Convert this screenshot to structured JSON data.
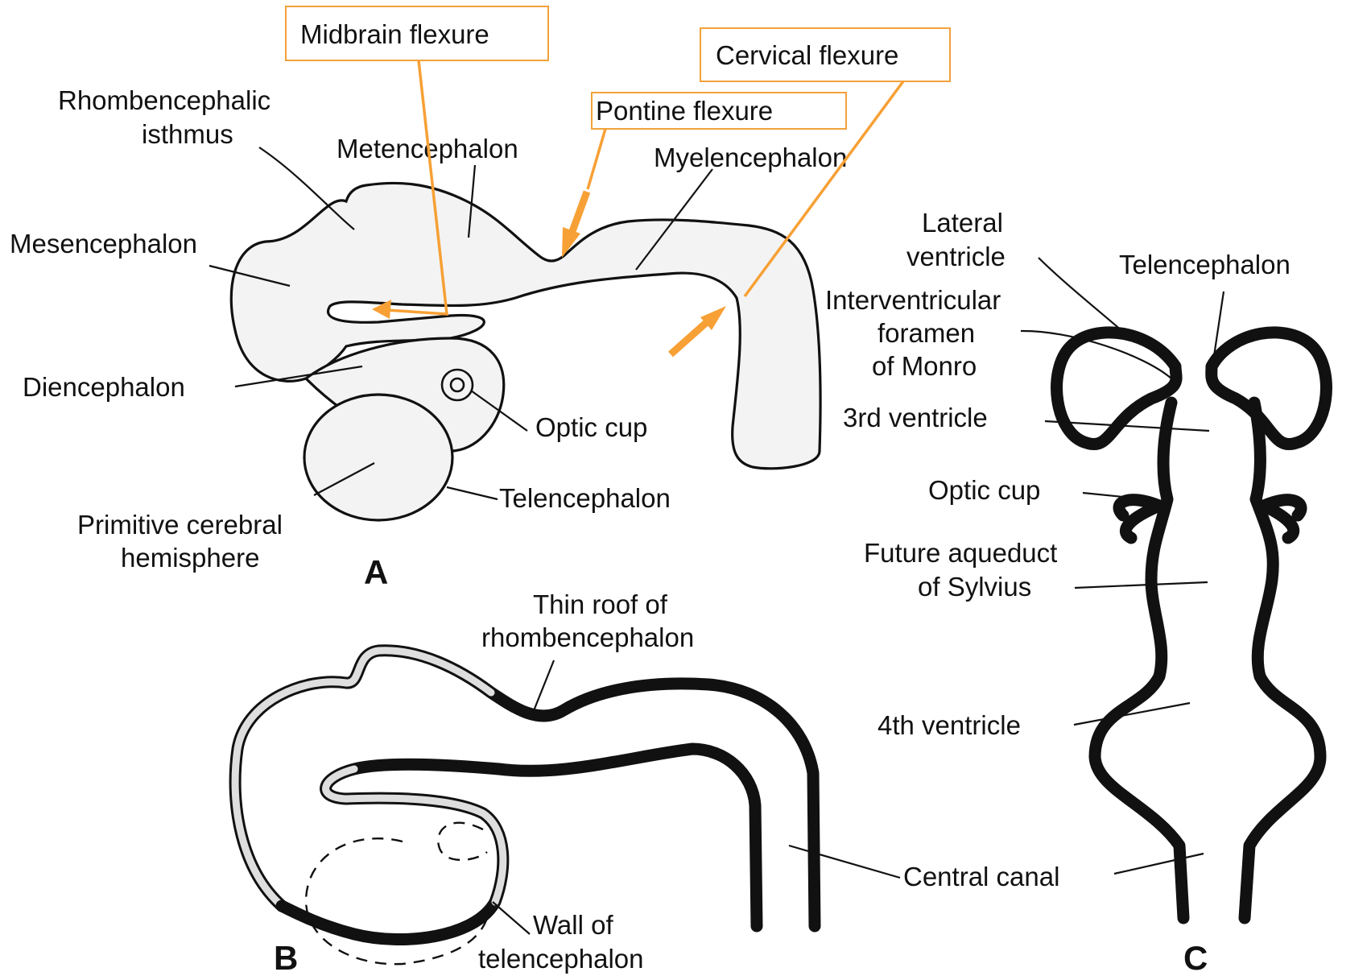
{
  "callouts": {
    "midbrain_flexure": "Midbrain flexure",
    "pontine_flexure": "Pontine flexure",
    "cervical_flexure": "Cervical flexure"
  },
  "panel_a": {
    "letter": "A",
    "rhombencephalic_1": "Rhombencephalic",
    "rhombencephalic_2": "isthmus",
    "metencephalon": "Metencephalon",
    "myelencephalon": "Myelencephalon",
    "mesencephalon": "Mesencephalon",
    "diencephalon": "Diencephalon",
    "optic_cup": "Optic cup",
    "telencephalon": "Telencephalon",
    "primitive_1": "Primitive cerebral",
    "primitive_2": "hemisphere"
  },
  "panel_b": {
    "letter": "B",
    "thin_roof_1": "Thin roof of",
    "thin_roof_2": "rhombencephalon",
    "wall_1": "Wall of",
    "wall_2": "telencephalon",
    "central_canal": "Central canal"
  },
  "panel_c": {
    "letter": "C",
    "lateral_1": "Lateral",
    "lateral_2": "ventricle",
    "telencephalon": "Telencephalon",
    "foramen_1": "Interventricular",
    "foramen_2": "foramen",
    "foramen_3": "of Monro",
    "third_ventricle": "3rd ventricle",
    "optic_cup": "Optic cup",
    "aqueduct_1": "Future aqueduct",
    "aqueduct_2": "of Sylvius",
    "fourth_ventricle": "4th ventricle"
  },
  "colors": {
    "callout_accent": "#f7a035",
    "line_art": "#111111"
  }
}
